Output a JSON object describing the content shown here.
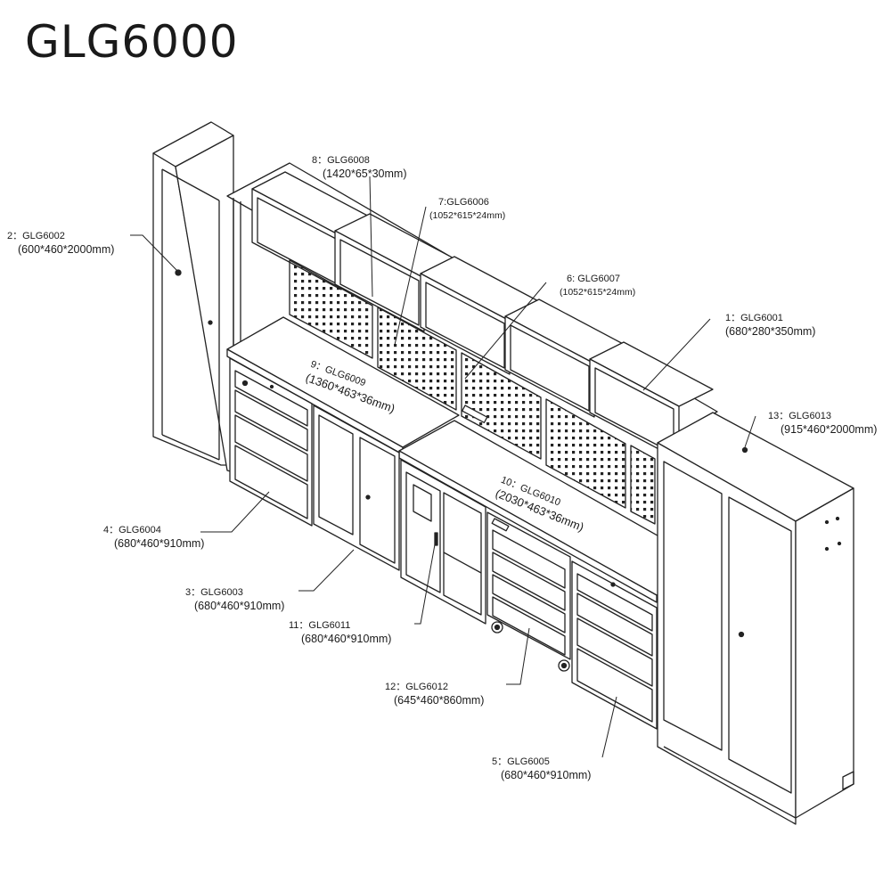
{
  "title": "GLG6000",
  "parts": [
    {
      "num": "1：",
      "code": "GLG6001",
      "dims": "(680*280*350mm)"
    },
    {
      "num": "2：",
      "code": "GLG6002",
      "dims": "(600*460*2000mm)"
    },
    {
      "num": "3：",
      "code": "GLG6003",
      "dims": "(680*460*910mm)"
    },
    {
      "num": "4：",
      "code": "GLG6004",
      "dims": "(680*460*910mm)"
    },
    {
      "num": "5：",
      "code": "GLG6005",
      "dims": "(680*460*910mm)"
    },
    {
      "num": "6: ",
      "code": "GLG6007",
      "dims": "(1052*615*24mm)"
    },
    {
      "num": "7:",
      "code": "GLG6006",
      "dims": "(1052*615*24mm)"
    },
    {
      "num": "8：",
      "code": "GLG6008",
      "dims": "(1420*65*30mm)"
    },
    {
      "num": "9：",
      "code": "GLG6009",
      "dims": "(1360*463*36mm)"
    },
    {
      "num": "10：",
      "code": "GLG6010",
      "dims": "(2030*463*36mm)"
    },
    {
      "num": "11：",
      "code": "GLG6011",
      "dims": "(680*460*910mm)"
    },
    {
      "num": "12：",
      "code": "GLG6012",
      "dims": "(645*460*860mm)"
    },
    {
      "num": "13：",
      "code": "GLG6013",
      "dims": "(915*460*2000mm)"
    }
  ]
}
